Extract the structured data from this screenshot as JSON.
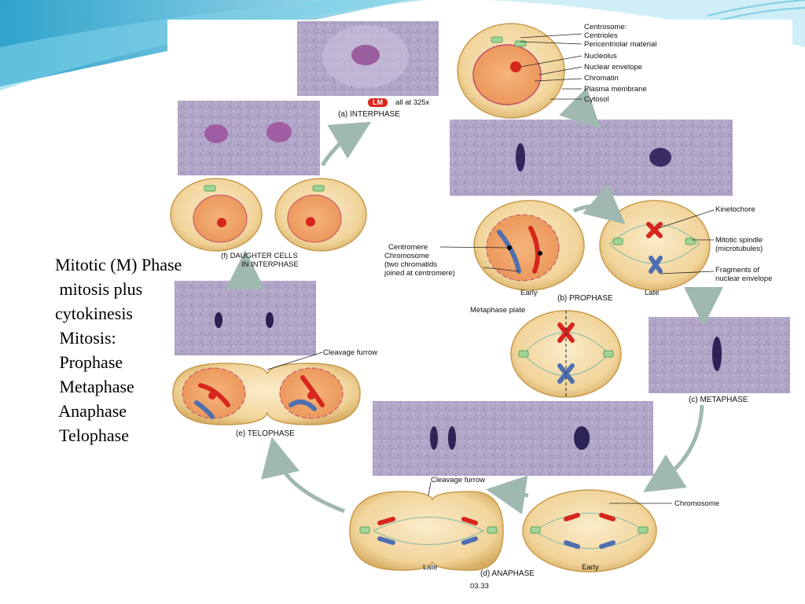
{
  "slide_text": {
    "line1": "Mitotic (M) Phase",
    "line2": " mitosis plus",
    "line3": "cytokinesis",
    "line4": " Mitosis:",
    "line5": " Prophase",
    "line6": " Metaphase",
    "line7": " Anaphase",
    "line8": " Telophase"
  },
  "figure": {
    "lm_badge": "LM",
    "magnification": "all at 325x",
    "interphase": "(a) INTERPHASE",
    "prophase": "(b) PROPHASE",
    "metaphase": "(c) METAPHASE",
    "anaphase": "(d) ANAPHASE",
    "telophase": "(e) TELOPHASE",
    "daughter_1": "(f) DAUGHTER CELLS",
    "daughter_2": "IN INTERPHASE",
    "early": "Early",
    "late": "Late",
    "figure_number": "03.33",
    "labels": {
      "centrosome": "Centrosome:",
      "centrioles": "Centrioles",
      "pericentriolar": "Pericentriolar material",
      "nucleolus": "Nucleolus",
      "nuclear_envelope": "Nuclear envelope",
      "chromatin": "Chromatin",
      "plasma_membrane": "Plasma membrane",
      "cytosol": "Cytosol",
      "kinetochore": "Kinetochore",
      "mitotic_spindle_1": "Mitotic spindle",
      "mitotic_spindle_2": "(microtubules)",
      "fragments_1": "Fragments of",
      "fragments_2": "nuclear envelope",
      "centromere": "Centromere",
      "chromosome_a": "Chromosome",
      "two_chromatids_1": "(two chromatids",
      "two_chromatids_2": "joined at centromere)",
      "metaphase_plate": "Metaphase plate",
      "cleavage_furrow_e": "Cleavage furrow",
      "cleavage_furrow_d": "Cleavage furrow",
      "chromosome_d": "Chromosome"
    }
  },
  "colors": {
    "cell_fill": "#f3d9a2",
    "cell_edge": "#d9b26a",
    "nucleus": "#f0a86a",
    "micrograph": "#b5a9c9",
    "chromosome_red": "#d7261e",
    "chromosome_blue": "#4f6fb0",
    "centriole_green": "#7fc27a",
    "arrow": "#9fb8b0",
    "banner_teal": "#4fb6d6"
  }
}
